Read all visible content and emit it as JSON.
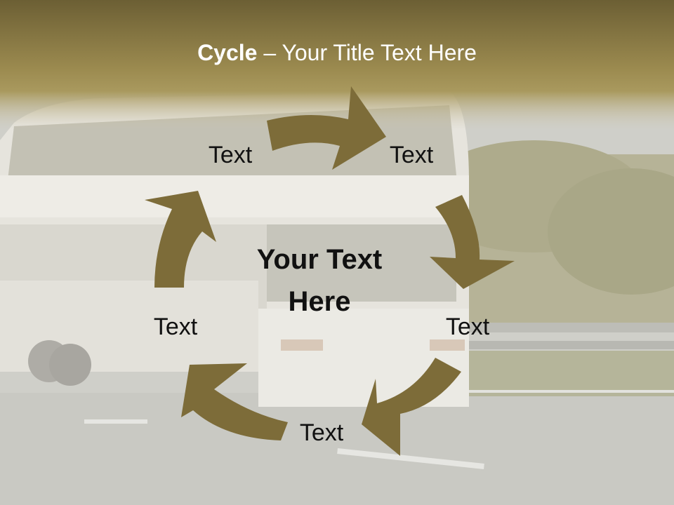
{
  "title": {
    "bold": "Cycle",
    "rest": " – Your Title Text Here"
  },
  "center_text": [
    "Your Text",
    "Here"
  ],
  "nodes": [
    "Text",
    "Text",
    "Text",
    "Text",
    "Text"
  ],
  "colors": {
    "arrow": "#7d6c39",
    "header_top": "#6f6135",
    "header_bottom": "#9a884e"
  }
}
